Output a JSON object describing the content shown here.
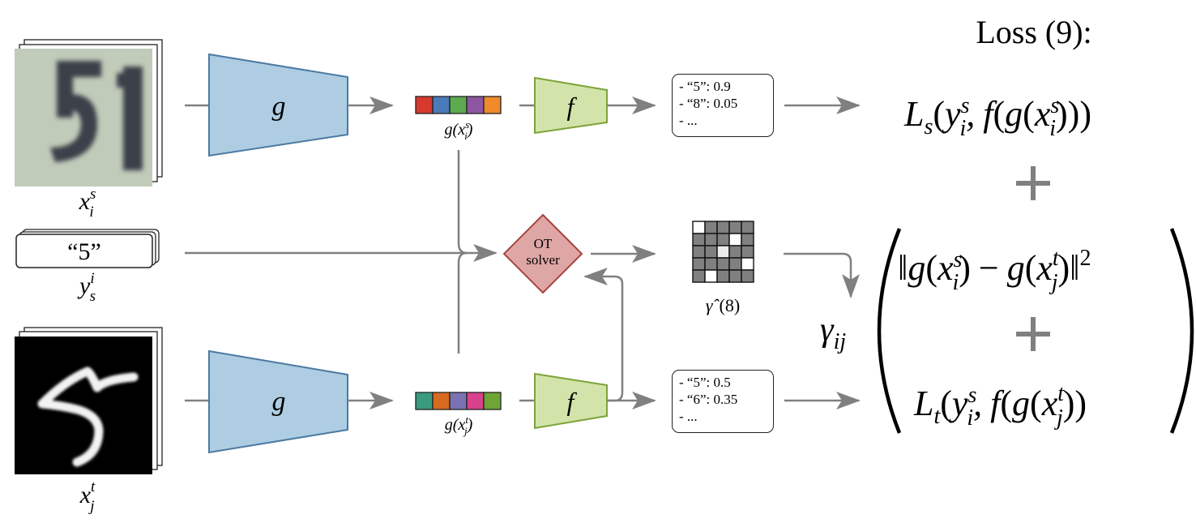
{
  "figure": {
    "title": "Loss (9):",
    "source_image": {
      "label": "x_i^s",
      "label_base": "x",
      "label_sup": "s",
      "label_sub": "i",
      "content": "51",
      "description": "SVHN digit image"
    },
    "source_label": {
      "value": "“5”",
      "label_base": "y",
      "label_sup": "i",
      "label_sub": "s"
    },
    "target_image": {
      "label": "x_j^t",
      "label_base": "x",
      "label_sup": "t",
      "label_sub": "j",
      "content": "5",
      "description": "MNIST digit image"
    },
    "encoder": {
      "label": "g",
      "fill": "#aecde2",
      "stroke": "#4a7aa3"
    },
    "classifier": {
      "label": "f",
      "fill": "#d2e4a9",
      "stroke": "#7ea33a"
    },
    "source_embedding": {
      "label_pre": "g(",
      "label_base": "x",
      "label_sup": "s",
      "label_sub": "i",
      "label_post": ")",
      "colors": [
        "#d63a2f",
        "#4a7ab8",
        "#5daa4f",
        "#8e56a2",
        "#f08a2a"
      ]
    },
    "target_embedding": {
      "label_pre": "g(",
      "label_base": "x",
      "label_sup": "t",
      "label_sub": "j",
      "label_post": ")",
      "colors": [
        "#3a9b7e",
        "#d66a21",
        "#7a72b3",
        "#d9428a",
        "#6ea534"
      ]
    },
    "source_predictions": {
      "lines": [
        "- “5”: 0.9",
        "- “8”: 0.05",
        "- ..."
      ]
    },
    "target_predictions": {
      "lines": [
        "- “5”: 0.5",
        "- “6”: 0.35",
        "- ..."
      ]
    },
    "ot_solver": {
      "line1": "OT",
      "line2": "solver",
      "fill": "#dfa6a6",
      "stroke": "#a6443f"
    },
    "coupling": {
      "label": "γ̂ (8)",
      "label_symbol": "γ̂",
      "label_ref": "(8)",
      "matrix": [
        [
          1,
          0,
          0,
          0,
          0
        ],
        [
          0,
          0,
          0,
          1,
          0
        ],
        [
          0,
          0,
          0.85,
          0,
          0
        ],
        [
          0,
          0,
          0,
          0,
          1
        ],
        [
          0,
          1,
          0,
          0,
          0
        ]
      ]
    },
    "loss": {
      "source_term": "Ls(yis, f(g(xis)))",
      "plus": "+",
      "weight": "γij",
      "distance_term": "‖g(xis) − g(xjt)‖²",
      "target_term": "Lt(yis, f(g(xjt)))"
    },
    "colors": {
      "arrow": "#808080",
      "plus": "#808080",
      "outline": "#222222"
    }
  }
}
